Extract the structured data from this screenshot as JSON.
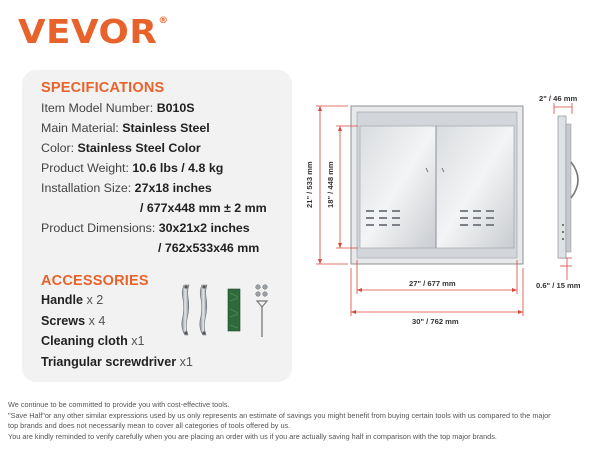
{
  "brand": {
    "name": "VEVOR",
    "mark": "®",
    "color": "#e8632b"
  },
  "specifications": {
    "title": "SPECIFICATIONS",
    "rows": [
      {
        "label": "Item Model Number: ",
        "value": "B010S"
      },
      {
        "label": "Main Material: ",
        "value": "Stainless Steel"
      },
      {
        "label": "Color: ",
        "value": "Stainless Steel Color"
      },
      {
        "label": "Product Weight: ",
        "value": "10.6 lbs / 4.8 kg"
      },
      {
        "label": "Installation Size: ",
        "value": "27x18 inches"
      },
      {
        "label": "",
        "value": "/ 677x448 mm ± 2 mm"
      },
      {
        "label": "Product Dimensions: ",
        "value": "30x21x2 inches"
      },
      {
        "label": "",
        "value": "/ 762x533x46 mm"
      }
    ]
  },
  "accessories": {
    "title": "ACCESSORIES",
    "items": [
      {
        "name": "Handle",
        "qty": " x 2"
      },
      {
        "name": "Screws",
        "qty": " x 4"
      },
      {
        "name": "Cleaning cloth",
        "qty": " x1"
      },
      {
        "name": "Triangular screwdriver",
        "qty": " x1"
      }
    ]
  },
  "dimensions": {
    "height_outer": "21\" / 533 mm",
    "height_inner": "18\" / 448 mm",
    "width_inner": "27\" / 677 mm",
    "width_outer": "30\" / 762 mm",
    "depth": "2\" / 46 mm",
    "flange": "0.6\" / 15 mm"
  },
  "footnotes": [
    "We continue to be committed to provide you with cost-effective tools.",
    "\"Save Half\"or any other similar expressions used by us only represents an estimate of savings you might benefit from buying certain tools with us compared to the major",
    "top brands and does not necessarily mean to cover all categories of tools offered by us.",
    "You are kindly reminded to verify carefully when you are placing an order with us if you are actually saving half in comparison with the top major brands."
  ]
}
